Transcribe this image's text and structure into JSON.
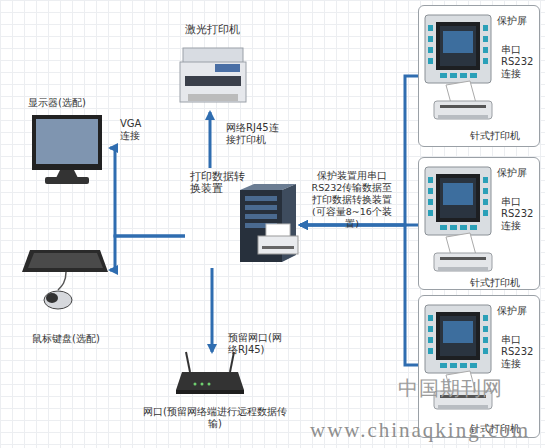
{
  "diagram": {
    "nodes": [
      {
        "text": [
          "打印数据转换装置"
        ]
      },
      {
        "text": [
          "激光打印机"
        ]
      },
      {
        "text": [
          "显示器(选配)"
        ]
      },
      {
        "text": [
          "鼠标键盘(选配)"
        ]
      },
      {
        "text": [
          "网口(预留网络端进行远程数据传输)"
        ]
      },
      {
        "text": [
          "保护屏",
          "串口RS232连接"
        ]
      },
      {
        "text": [
          "针式打印机"
        ],
        "in": 5
      },
      {
        "text": [
          "保护屏",
          "串口RS232连接"
        ]
      },
      {
        "text": [
          "针式打印机"
        ],
        "in": 7
      },
      {
        "text": [
          "保护屏",
          "串口RS232连接"
        ]
      },
      {
        "text": [
          "针式打印机"
        ],
        "in": 9
      }
    ],
    "edges": [
      {
        "from": 0,
        "to": 1,
        "arrow": "to",
        "label": "网络RJ45连接打印机"
      },
      {
        "from": 0,
        "to": 2,
        "arrow": "to",
        "label": "VGA连接"
      },
      {
        "from": 0,
        "to": 3,
        "arrow": "to"
      },
      {
        "from": 0,
        "to": 4,
        "arrow": "to",
        "label": "预留网口(网络RJ45)"
      },
      {
        "from": 5,
        "to": 0,
        "arrow": "to"
      },
      {
        "from": 7,
        "to": 0,
        "arrow": "to",
        "label": "保护装置用串口RS232传输数据至打印数据转换装置(可容量8~16个装置)"
      },
      {
        "from": 9,
        "to": 0,
        "arrow": "to"
      }
    ],
    "labels": [
      "中国期刊网",
      "www.chinaqking.com"
    ]
  }
}
